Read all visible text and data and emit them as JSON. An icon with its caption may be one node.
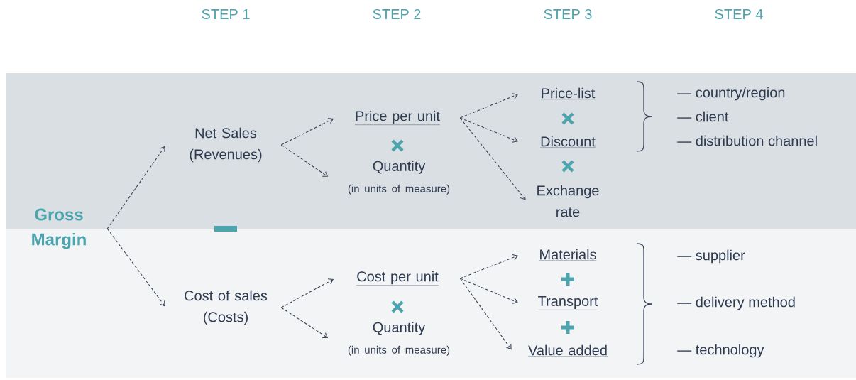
{
  "diagram": {
    "nodes": [
      {
        "text": [
          "Gross Margin"
        ]
      },
      {
        "text": [
          "Net Sales (Revenues)"
        ]
      },
      {
        "text": [
          "Cost of sales (Costs)"
        ]
      },
      {
        "text": [
          "Price per unit"
        ]
      },
      {
        "text": [
          "Quantity",
          "(in units of measure)"
        ]
      },
      {
        "text": [
          "Cost per unit"
        ]
      },
      {
        "text": [
          "Quantity",
          "(in units of measure)"
        ]
      },
      {
        "text": [
          "Price-list"
        ]
      },
      {
        "text": [
          "Discount"
        ]
      },
      {
        "text": [
          "Exchange rate"
        ]
      },
      {
        "text": [
          "Materials"
        ]
      },
      {
        "text": [
          "Transport"
        ]
      },
      {
        "text": [
          "Value added"
        ]
      }
    ],
    "edges": [
      {
        "from": 0,
        "to": 1,
        "arrow": "to"
      },
      {
        "from": 0,
        "to": 2,
        "arrow": "to"
      },
      {
        "from": 1,
        "to": 3,
        "arrow": "to"
      },
      {
        "from": 1,
        "to": 4,
        "arrow": "to"
      },
      {
        "from": 2,
        "to": 5,
        "arrow": "to"
      },
      {
        "from": 2,
        "to": 6,
        "arrow": "to"
      },
      {
        "from": 3,
        "to": 7,
        "arrow": "to"
      },
      {
        "from": 3,
        "to": 8,
        "arrow": "to"
      },
      {
        "from": 3,
        "to": 9,
        "arrow": "to"
      },
      {
        "from": 5,
        "to": 10,
        "arrow": "to"
      },
      {
        "from": 5,
        "to": 11,
        "arrow": "to"
      },
      {
        "from": 5,
        "to": 12,
        "arrow": "to"
      }
    ],
    "labels": [
      "STEP 1",
      "STEP 2",
      "STEP 3",
      "STEP 4",
      "— country/region",
      "— client",
      "— distribution channel",
      "— supplier",
      "— delivery method",
      "— technology"
    ]
  }
}
